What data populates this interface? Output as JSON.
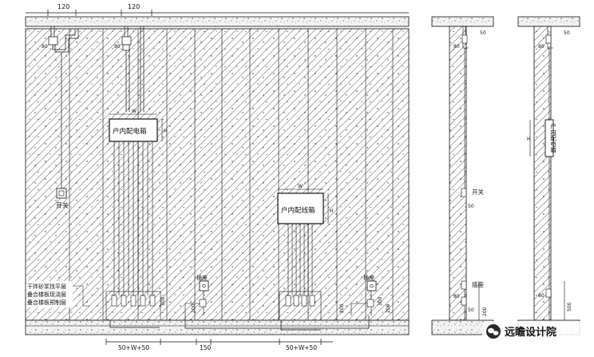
{
  "front_elevation": {
    "top_dims": [
      "120",
      "120"
    ],
    "panel_main": {
      "title": "户内配电箱",
      "dim_w": "W",
      "dim_h": "H"
    },
    "panel_sub": {
      "title": "户内配线箱",
      "dim_w": "W",
      "dim_h": "H"
    },
    "switch_label": "开关",
    "socket_labels": [
      "插座",
      "插座"
    ],
    "floor_layers": [
      "干拌砂浆找平层",
      "叠合楼板现浇层",
      "叠合楼板预制层"
    ],
    "socket_heights": [
      "300",
      "200",
      "200",
      "200",
      "300"
    ],
    "bottom_dims": [
      "50+W+50",
      "150",
      "50+W+50"
    ],
    "side_marks": [
      "80",
      "80"
    ]
  },
  "section_left": {
    "marks_top": [
      "50",
      "80"
    ],
    "switch_label": "开关",
    "switch_mark": "50",
    "socket_label": "插座",
    "socket_marks": [
      "80",
      "50",
      "200"
    ]
  },
  "section_right": {
    "marks_top": [
      "50",
      "80"
    ],
    "panel_label": "户内配电箱",
    "dim_h": "H",
    "socket_marks": [
      "80",
      "500"
    ]
  },
  "watermark": {
    "text": "远瞻设计院"
  }
}
